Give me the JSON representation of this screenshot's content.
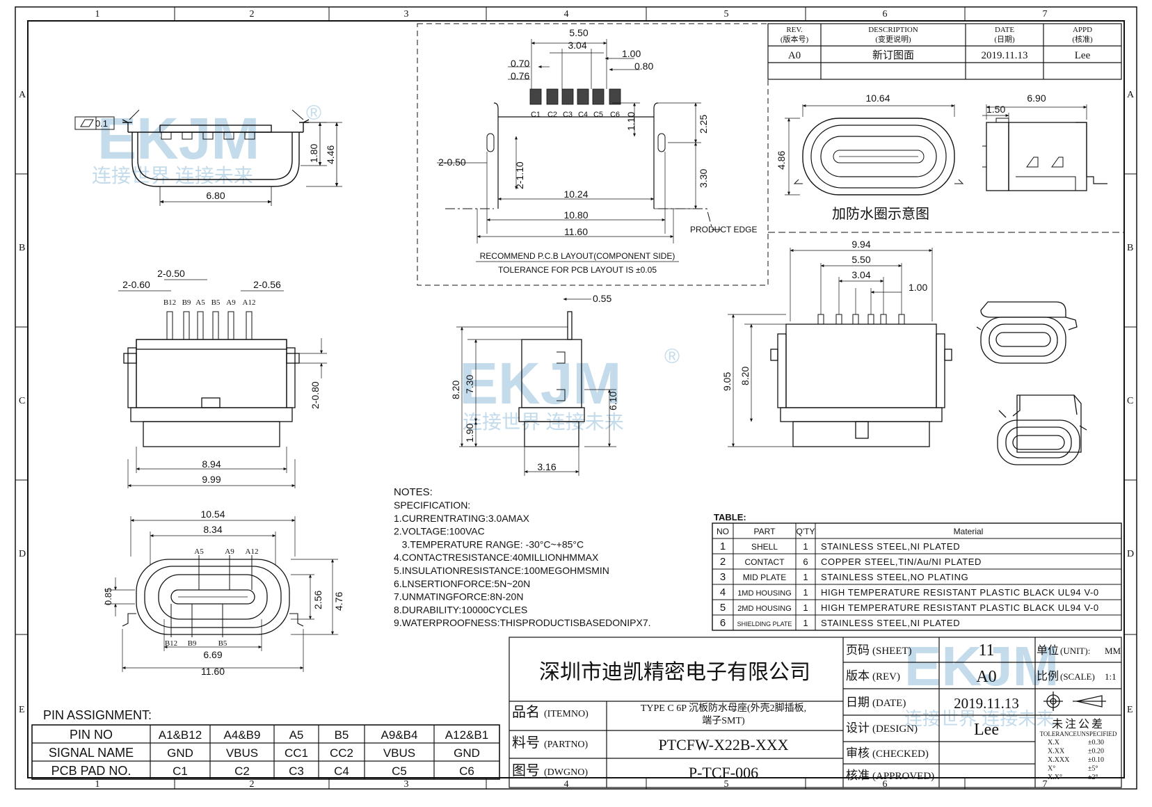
{
  "border": {
    "cols": [
      "1",
      "2",
      "3",
      "4",
      "5",
      "6",
      "7"
    ],
    "rows": [
      "A",
      "B",
      "C",
      "D",
      "E"
    ]
  },
  "watermark": {
    "brand": "EKJM",
    "registered": "®",
    "slogan": "连接世界 连接未来"
  },
  "revision_block": {
    "headers": [
      {
        "en": "REV.",
        "cn": "(版本号)"
      },
      {
        "en": "DESCRIPTION",
        "cn": "(变更说明)"
      },
      {
        "en": "DATE",
        "cn": "(日期)"
      },
      {
        "en": "APPD",
        "cn": "(核准)"
      }
    ],
    "row": {
      "rev": "A0",
      "description": "新订图面",
      "date": "2019.11.13",
      "appd": "Lee"
    }
  },
  "views": {
    "front_top": {
      "flatness": "0.1",
      "d_180": "1.80",
      "d_446": "4.46",
      "d_680": "6.80"
    },
    "pcb_layout": {
      "d_550": "5.50",
      "d_304": "3.04",
      "d_100": "1.00",
      "d_070": "0.70",
      "d_080": "0.80",
      "d_076": "0.76",
      "pads": [
        "C1",
        "C2",
        "C3",
        "C4",
        "C5",
        "C6"
      ],
      "d_110": "1.10",
      "d_225": "2.25",
      "d_330": "3.30",
      "slot1": "2-0.50",
      "slot2": "2-1.10",
      "d_1024": "10.24",
      "d_1080": "10.80",
      "d_1160": "11.60",
      "product_edge": "PRODUCT EDGE",
      "title": "RECOMMEND P.C.B LAYOUT(COMPONENT SIDE)",
      "tolerance": "TOLERANCE FOR PCB LAYOUT IS ±0.05"
    },
    "waterproof": {
      "d_1064": "10.64",
      "d_690": "6.90",
      "d_150": "1.50",
      "d_486": "4.86",
      "caption": "加防水圈示意图"
    },
    "front_mid": {
      "d_250": "2-0.50",
      "d_260": "2-0.60",
      "d_256": "2-0.56",
      "pins": [
        "B12",
        "B9",
        "A5",
        "B5",
        "A9",
        "A12"
      ],
      "d_280": "2-0.80",
      "d_894": "8.94",
      "d_999": "9.99"
    },
    "side": {
      "d_055": "0.55",
      "d_820": "8.20",
      "d_730": "7.30",
      "d_610": "6.10",
      "d_190": "1.90",
      "d_316": "3.16"
    },
    "right_view": {
      "d_994": "9.94",
      "d_550": "5.50",
      "d_304": "3.04",
      "d_100": "1.00",
      "d_905": "9.05",
      "d_820": "8.20"
    },
    "bottom": {
      "d_1054": "10.54",
      "d_834": "8.34",
      "top_pins": [
        "A5",
        "A9",
        "A12"
      ],
      "bottom_pins": [
        "B12",
        "B9",
        "B5"
      ],
      "d_085": "0.85",
      "d_256": "2.56",
      "d_476": "4.76",
      "d_669": "6.69",
      "d_1160": "11.60"
    }
  },
  "notes": {
    "title": "NOTES:",
    "lines": [
      "SPECIFICATION:",
      "1.CURRENTRATING:3.0AMAX",
      "2.VOLTAGE:100VAC",
      "  3.TEMPERATURE RANGE: -30°C~+85°C",
      "4.CONTACTRESISTANCE:40MILLIONHMMAX",
      "5.INSULATIONRESISTANCE:100MEGOHMSMIN",
      "6.LNSERTIONFORCE:5N~20N",
      "7.UNMATINGFORCE:8N-20N",
      "8.DURABILITY:10000CYCLES",
      "9.WATERPROOFNESS:THISPRODUCTISBASEDONIPX7."
    ]
  },
  "material_table": {
    "label": "TABLE:",
    "headers": [
      "NO",
      "PART",
      "Q'TY",
      "Material"
    ],
    "rows": [
      [
        "1",
        "SHELL",
        "1",
        "STAINLESS STEEL,NI PLATED"
      ],
      [
        "2",
        "CONTACT",
        "6",
        "COPPER STEEL,TIN/Au/NI PLATED"
      ],
      [
        "3",
        "MID PLATE",
        "1",
        "STAINLESS STEEL,NO PLATING"
      ],
      [
        "4",
        "1MD HOUSING",
        "1",
        "HIGH TEMPERATURE RESISTANT PLASTIC BLACK UL94 V-0"
      ],
      [
        "5",
        "2MD HOUSING",
        "1",
        "HIGH TEMPERATURE RESISTANT PLASTIC BLACK UL94 V-0"
      ],
      [
        "6",
        "SHIELDING PLATE",
        "1",
        "STAINLESS STEEL,NI PLATED"
      ]
    ]
  },
  "pin_assignment": {
    "title": "PIN ASSIGNMENT:",
    "rows": [
      [
        "PIN NO",
        "A1&B12",
        "A4&B9",
        "A5",
        "B5",
        "A9&B4",
        "A12&B1"
      ],
      [
        "SIGNAL NAME",
        "GND",
        "VBUS",
        "CC1",
        "CC2",
        "VBUS",
        "GND"
      ],
      [
        "PCB PAD NO.",
        "C1",
        "C2",
        "C3",
        "C4",
        "C5",
        "C6"
      ]
    ]
  },
  "title_block": {
    "company": "深圳市迪凯精密电子有限公司",
    "item_label": "品名",
    "item_label_en": "(ITEMNO)",
    "item_value": [
      "TYPE C 6P 沉板防水母座(外壳2脚插板,",
      "端子SMT)"
    ],
    "part_label": "料号",
    "part_label_en": "(PARTNO)",
    "part_value": "PTCFW-X22B-XXX",
    "dwg_label": "图号",
    "dwg_label_en": "(DWGNO)",
    "dwg_value": "P-TCF-006",
    "sheet_label": "页码",
    "sheet_label_en": "(SHEET)",
    "sheet_value": "11",
    "rev_label": "版本",
    "rev_label_en": "(REV)",
    "rev_value": "A0",
    "date_label": "日期",
    "date_label_en": "(DATE)",
    "date_value": "2019.11.13",
    "design_label": "设计",
    "design_label_en": "(DESIGN)",
    "design_value": "Lee",
    "checked_label": "审核",
    "checked_label_en": "(CHECKED)",
    "approved_label": "核准",
    "approved_label_en": "(APPROVED)",
    "unit_label": "单位",
    "unit_label_en": "(UNIT):",
    "unit_value": "MM",
    "scale_label": "比例",
    "scale_label_en": "(SCALE)",
    "scale_value": "1:1",
    "tol_title": "未注公差",
    "tol_subtitle": "TOLERANCEUNSPECIFIED",
    "tolerances": [
      [
        "X.X",
        "±0.30"
      ],
      [
        "X.XX",
        "±0.20"
      ],
      [
        "X.XXX",
        "±0.10"
      ],
      [
        "X°",
        "±5°"
      ],
      [
        "X.X°",
        "±2°"
      ]
    ]
  }
}
